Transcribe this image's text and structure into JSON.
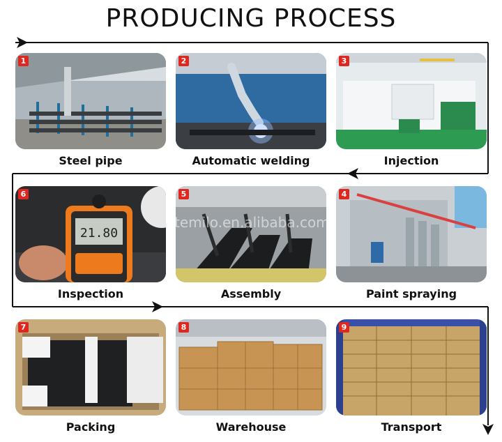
{
  "title": "PRODUCING PROCESS",
  "watermark": "temilo.en.alibaba.com",
  "steps": [
    {
      "num": "1",
      "label": "Steel  pipe"
    },
    {
      "num": "2",
      "label": "Automatic welding"
    },
    {
      "num": "3",
      "label": "Injection"
    },
    {
      "num": "6",
      "label": "Inspection"
    },
    {
      "num": "5",
      "label": "Assembly"
    },
    {
      "num": "4",
      "label": "Paint spraying"
    },
    {
      "num": "7",
      "label": "Packing"
    },
    {
      "num": "8",
      "label": "Warehouse"
    },
    {
      "num": "9",
      "label": "Transport"
    }
  ],
  "meter_reading": "21.80",
  "colors": {
    "badge": "#e0271f",
    "flow_line": "#111111"
  }
}
